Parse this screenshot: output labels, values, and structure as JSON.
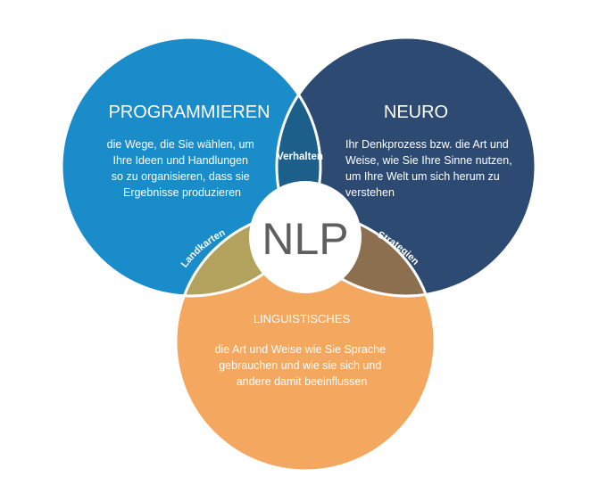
{
  "diagram": {
    "center": {
      "label": "NLP"
    },
    "circles": {
      "programmieren": {
        "title": "PROGRAMMIEREN",
        "lines": [
          "die Wege, die Sie wählen, um",
          "Ihre Ideen und Handlungen",
          "so zu organisieren, dass sie",
          "Ergebnisse produzieren"
        ]
      },
      "neuro": {
        "title": "NEURO",
        "lines": [
          "Ihr Denkprozess bzw. die Art und",
          "Weise, wie Sie Ihre Sinne nutzen,",
          "um Ihre Welt um sich herum zu",
          "verstehen"
        ]
      },
      "linguistisches": {
        "title": "LINGUISTISCHES",
        "lines": [
          "die Art und Weise wie Sie Sprache",
          "gebrauchen und wie sie sich und",
          "andere damit beeinflussen"
        ]
      }
    },
    "overlaps": {
      "verhalten": "Verhalten",
      "landkarten": "Landkarten",
      "strategien": "Strategien"
    }
  },
  "colors": {
    "programmieren": "#1a8cc9",
    "neuro": "#2c4a72",
    "linguistisches": "#f4a75e",
    "verhalten": "#1c5f8a",
    "landkarten": "#b3a25e",
    "strategien": "#8b6f4e",
    "center": "#ffffff",
    "center_text": "#5f5f5f"
  }
}
